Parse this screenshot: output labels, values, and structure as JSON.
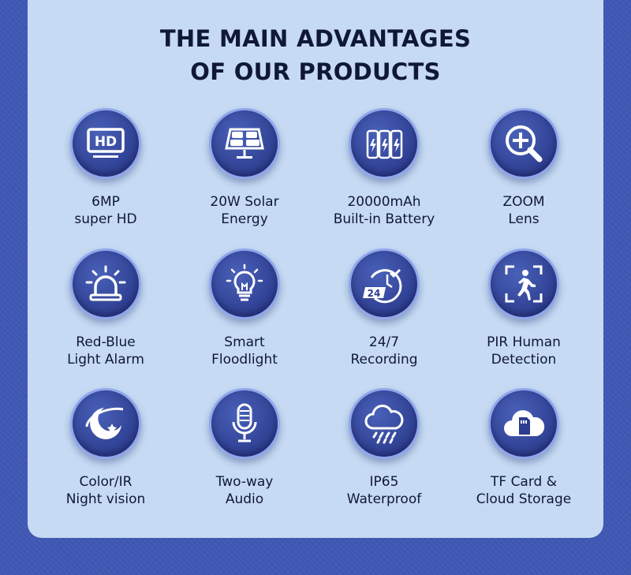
{
  "title": {
    "line1": "THE MAIN ADVANTAGES",
    "line2": "OF OUR PRODUCTS"
  },
  "features": [
    {
      "icon": "hd-monitor-icon",
      "line1": "6MP",
      "line2": "super HD"
    },
    {
      "icon": "solar-panel-icon",
      "line1": "20W Solar",
      "line2": "Energy"
    },
    {
      "icon": "battery-icon",
      "line1": "20000mAh",
      "line2": "Built-in Battery"
    },
    {
      "icon": "zoom-icon",
      "line1": "ZOOM",
      "line2": "Lens"
    },
    {
      "icon": "alarm-light-icon",
      "line1": "Red-Blue",
      "line2": "Light Alarm"
    },
    {
      "icon": "lightbulb-icon",
      "line1": "Smart",
      "line2": "Floodlight"
    },
    {
      "icon": "clock-24h-icon",
      "line1": "24/7",
      "line2": "Recording",
      "badge": "24h"
    },
    {
      "icon": "human-detection-icon",
      "line1": "PIR Human",
      "line2": "Detection"
    },
    {
      "icon": "night-vision-icon",
      "line1": "Color/IR",
      "line2": "Night vision"
    },
    {
      "icon": "microphone-icon",
      "line1": "Two-way",
      "line2": "Audio"
    },
    {
      "icon": "rain-cloud-icon",
      "line1": "IP65",
      "line2": "Waterproof"
    },
    {
      "icon": "cloud-sd-card-icon",
      "line1": "TF Card &",
      "line2": "Cloud Storage"
    }
  ],
  "colors": {
    "background": "#3f58b4",
    "panel": "#c6daf3",
    "circle": "#2c3c8e",
    "text": "#101838"
  }
}
